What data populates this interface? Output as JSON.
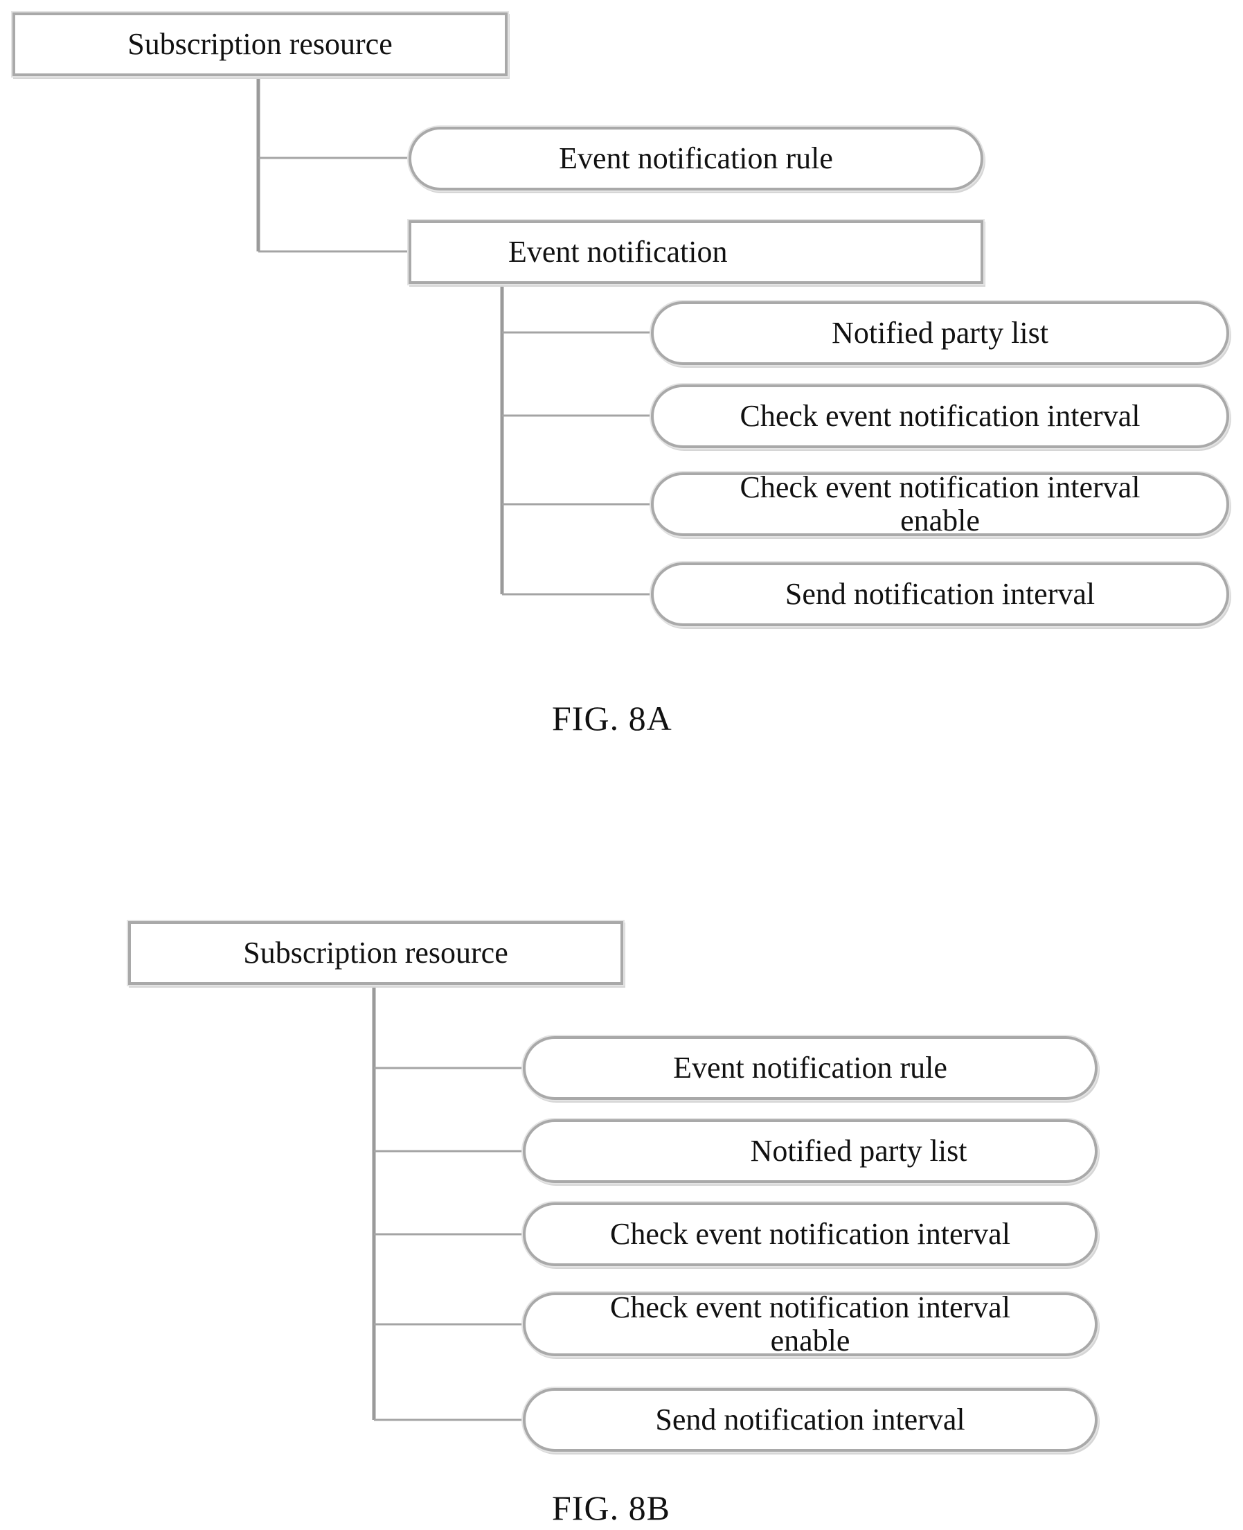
{
  "fig_a": {
    "root": "Subscription resource",
    "child_rule": "Event notification rule",
    "child_event": "Event notification",
    "grandchildren": [
      "Notified party list",
      "Check event notification interval",
      "Check event notification interval enable",
      "Send notification interval"
    ],
    "caption": "FIG. 8A"
  },
  "fig_b": {
    "root": "Subscription resource",
    "children": [
      "Event notification rule",
      "Notified party list",
      "Check event notification interval",
      "Check event notification interval enable",
      "Send notification interval"
    ],
    "caption": "FIG. 8B"
  }
}
